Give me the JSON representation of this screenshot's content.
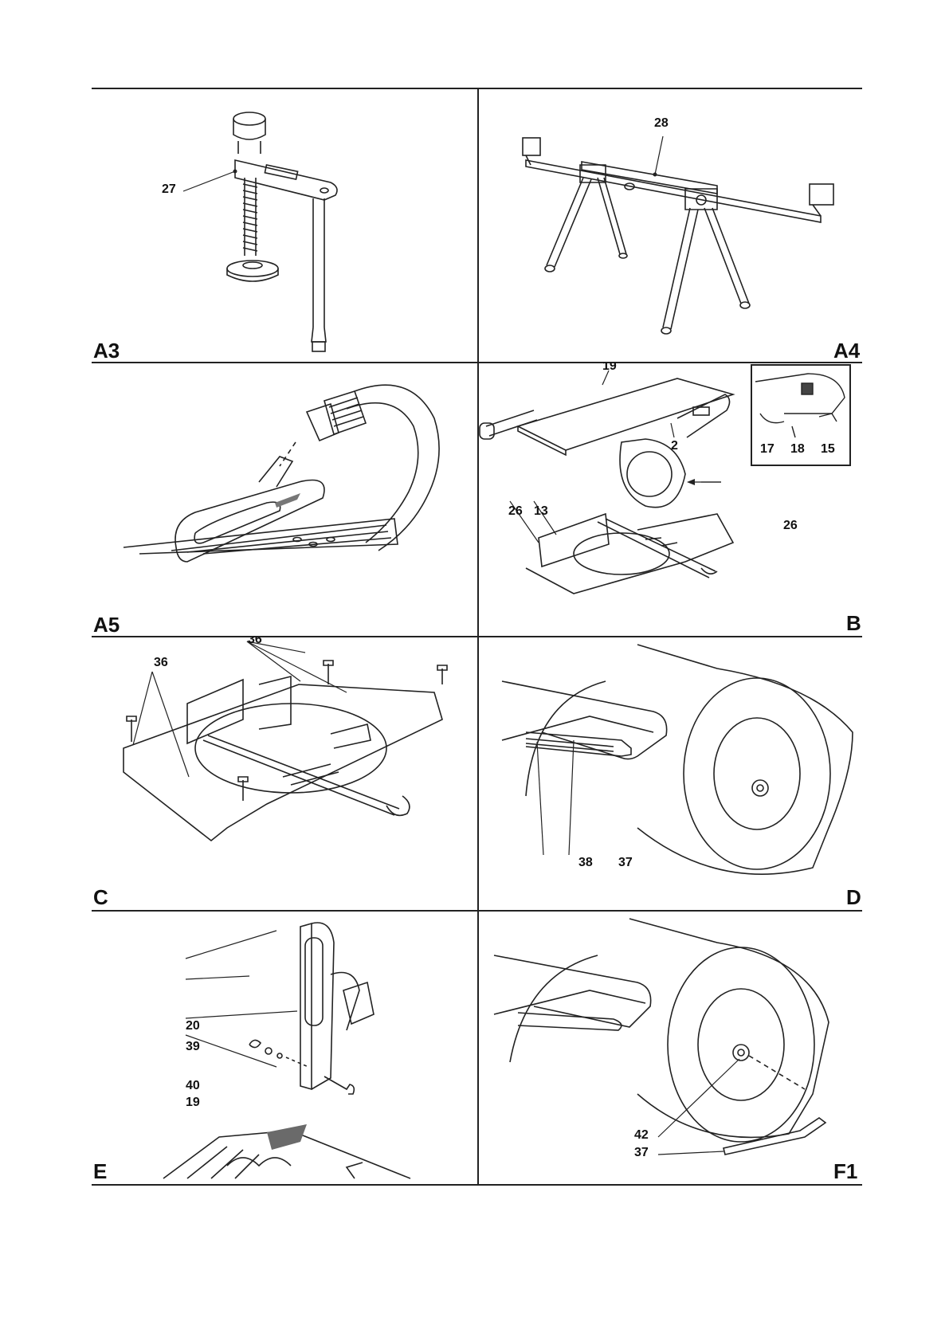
{
  "panels": {
    "a3": {
      "id": "A3",
      "callouts": [
        "27"
      ]
    },
    "a4": {
      "id": "A4",
      "callouts": [
        "28"
      ]
    },
    "a5": {
      "id": "A5",
      "callouts": []
    },
    "b": {
      "id": "B",
      "callouts": [
        "19",
        "2",
        "26",
        "13",
        "26"
      ],
      "inset_callouts": [
        "17",
        "18",
        "15"
      ]
    },
    "c": {
      "id": "C",
      "callouts": [
        "36",
        "36"
      ]
    },
    "d": {
      "id": "D",
      "callouts": [
        "38",
        "37"
      ]
    },
    "e": {
      "id": "E",
      "callouts": [
        "20",
        "39",
        "40",
        "19"
      ]
    },
    "f1": {
      "id": "F1",
      "callouts": [
        "42",
        "37"
      ]
    }
  }
}
